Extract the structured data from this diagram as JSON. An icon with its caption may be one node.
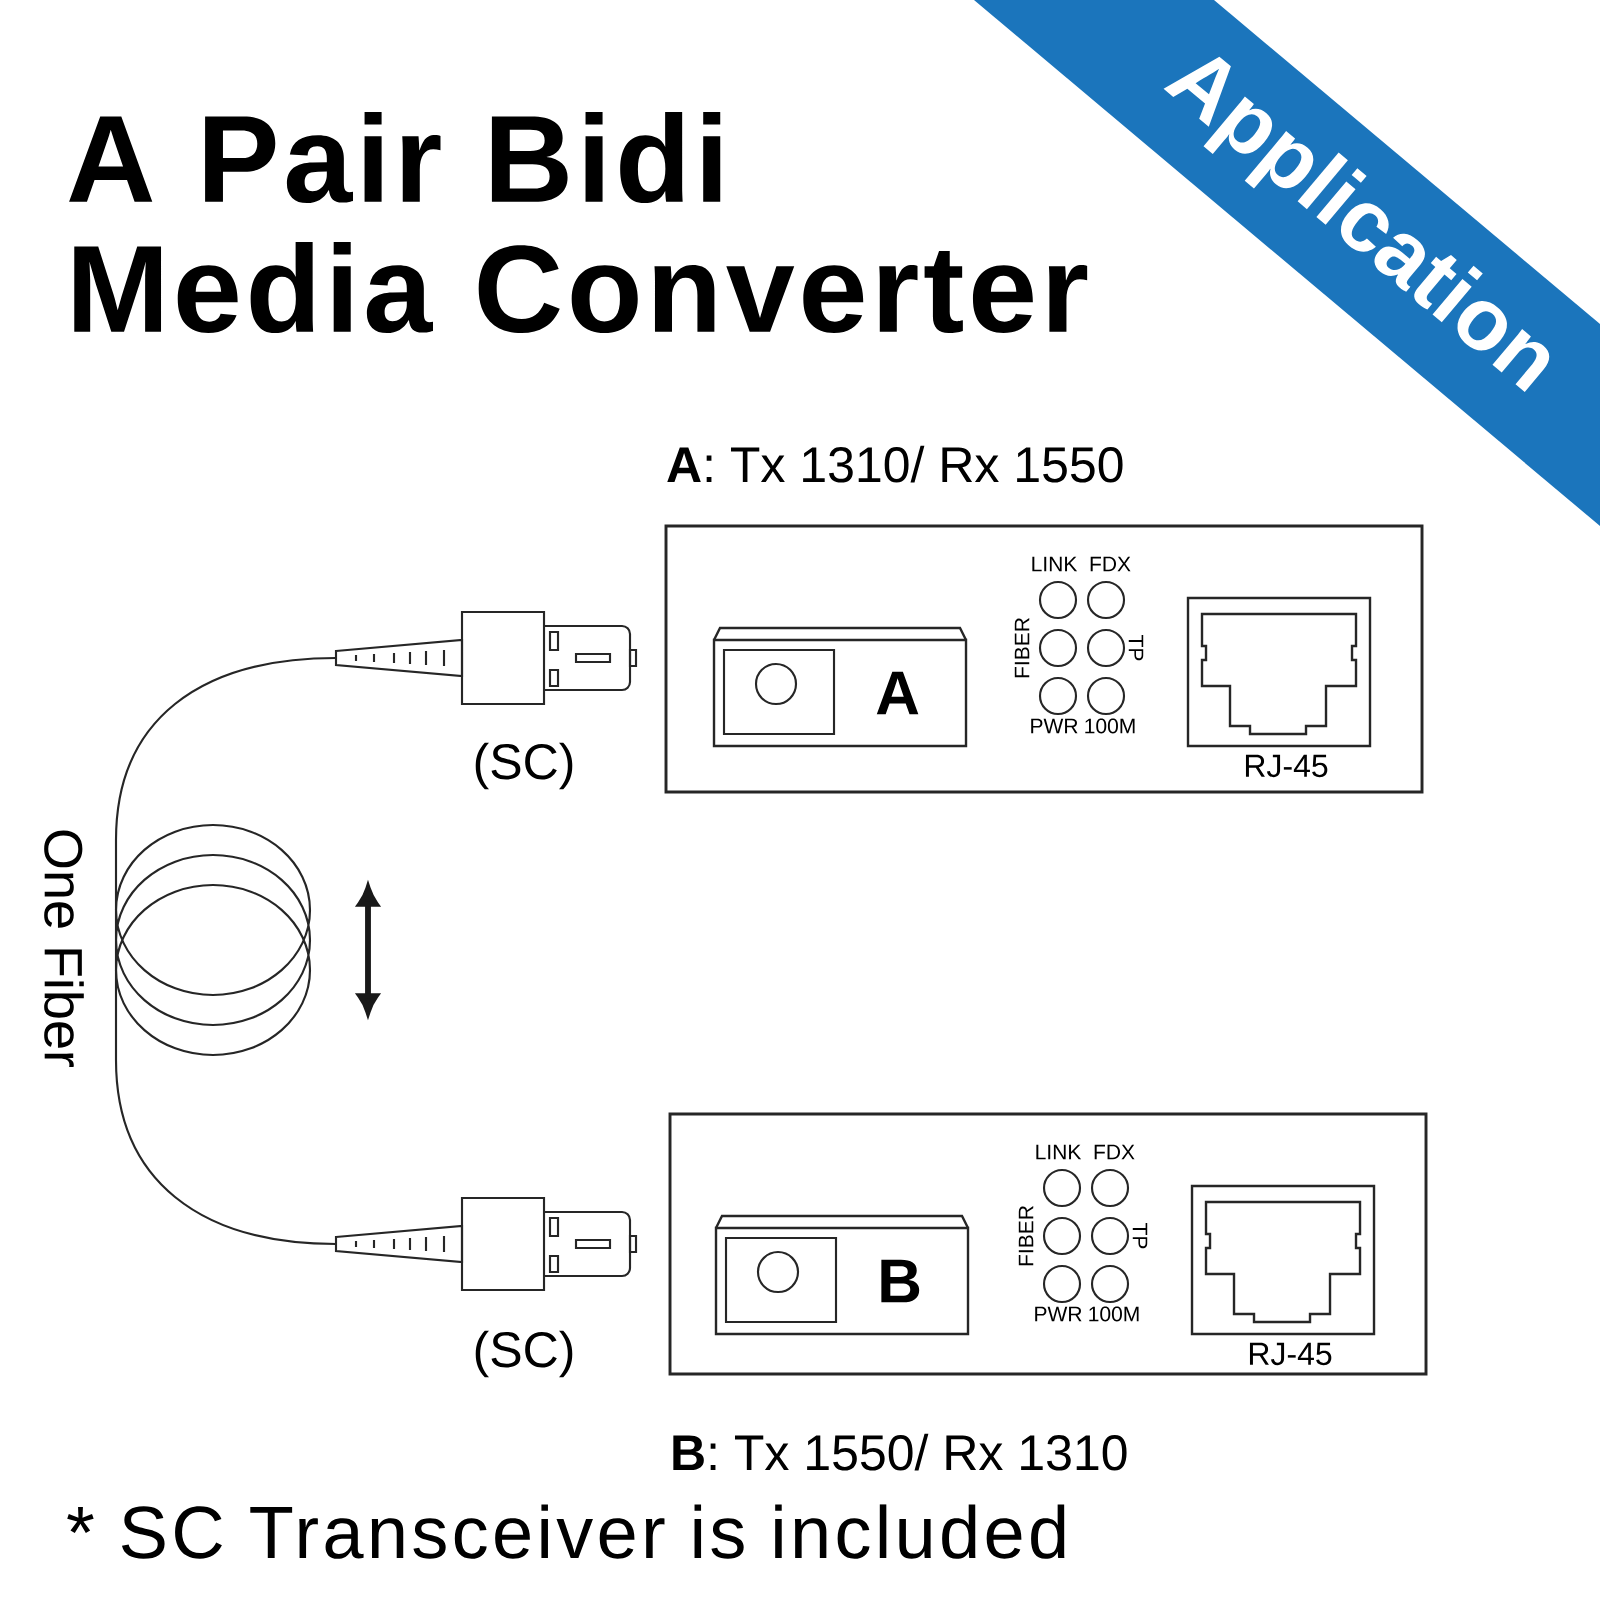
{
  "diagram": {
    "title": "A Pair Bidi Media Converter",
    "caption": "* SC Transceiver is included",
    "nodes": [
      {
        "text": [
          "Application"
        ]
      },
      {
        "text": [
          "**A**: Tx 1310/ Rx 1550"
        ]
      },
      {
        "text": [
          "A"
        ],
        "in": 1
      },
      {
        "text": [
          "RJ-45"
        ],
        "in": 1
      },
      {
        "text": [],
        "shape": "picture",
        "beside": [
          "(SC)"
        ]
      },
      {
        "text": [],
        "shape": "picture",
        "beside": [
          "(SC)"
        ]
      },
      {
        "text": [
          "**B**: Tx 1550/ Rx 1310"
        ]
      },
      {
        "text": [
          "B"
        ],
        "in": 6
      },
      {
        "text": [
          "RJ-45"
        ],
        "in": 6
      }
    ],
    "edges": [
      {
        "from": 4,
        "to": 5,
        "arrow": "none",
        "label": "One Fiber"
      }
    ],
    "labels": [
      "LINK",
      "FDX",
      "FIBER",
      "TP",
      "PWR",
      "100M",
      "LINK",
      "FDX",
      "FIBER",
      "TP",
      "PWR",
      "100M"
    ]
  }
}
